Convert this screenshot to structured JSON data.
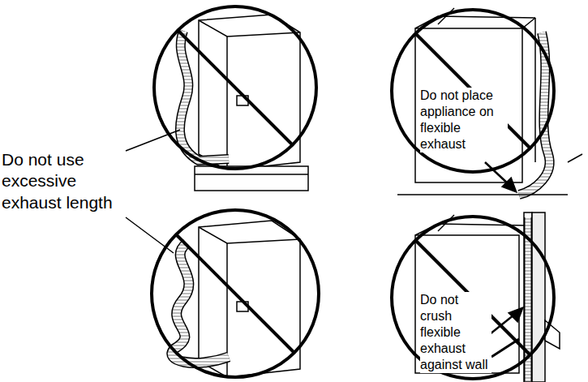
{
  "diagram": {
    "labels": [
      "Do not use excessive exhaust length",
      "Do not place appliance on flexible exhaust",
      "Do not crush flexible exhaust against wall"
    ]
  }
}
